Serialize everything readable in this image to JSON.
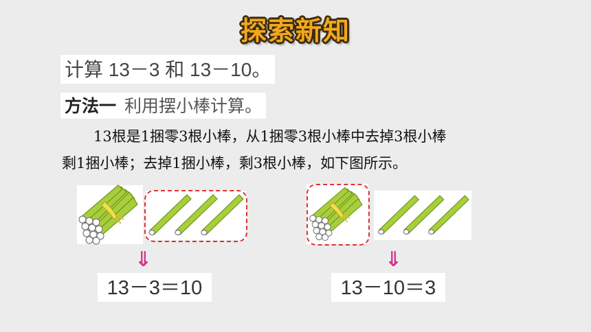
{
  "title": "探索新知",
  "problem": "计算 13－3 和 13－10。",
  "method": {
    "label": "方法一",
    "text": "利用摆小棒计算。"
  },
  "paragraph": {
    "line1": "13根是1捆零3根小棒，从1捆零3根小棒中去掉3根小棒",
    "line2": "剩1捆小棒；去掉1捆小棒，剩3根小棒，如下图所示。"
  },
  "figures": {
    "left_equation": "13－3＝10",
    "right_equation": "13－10＝3",
    "arrow_symbol": "⇓",
    "stick_color": "#a8cf3a",
    "dash_color": "#e03030",
    "arrow_color": "#d6338f",
    "tie_color": "#f0e050"
  }
}
